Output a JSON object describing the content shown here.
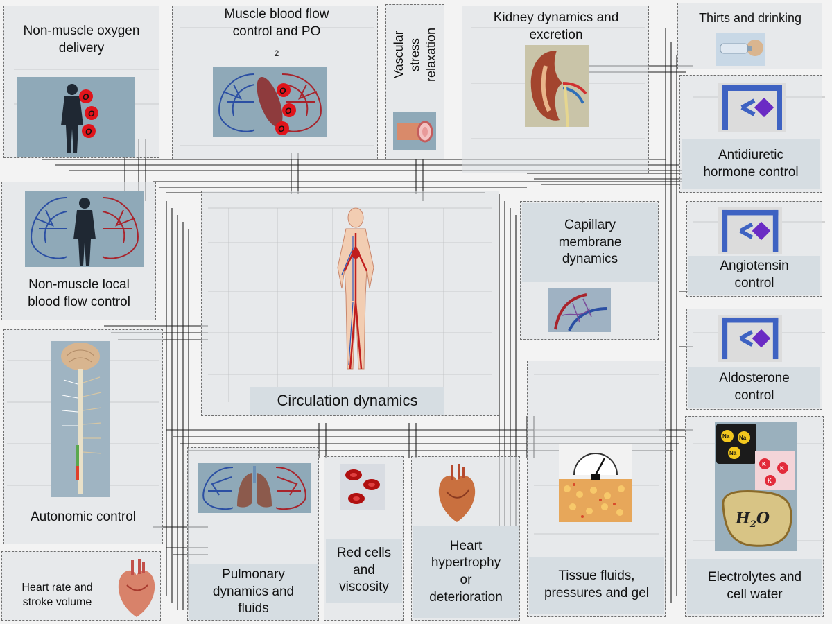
{
  "modules": {
    "non_muscle_oxygen": {
      "title_l1": "Non-muscle oxygen",
      "title_l2": "delivery"
    },
    "muscle_blood_flow": {
      "title_l1": "Muscle blood flow",
      "title_l2": "control and PO",
      "title_sub": "2"
    },
    "vascular_stress": {
      "title_l1": "Vascular",
      "title_l2": "stress",
      "title_l3": "relaxation"
    },
    "kidney": {
      "title_l1": "Kidney dynamics and",
      "title_l2": "excretion"
    },
    "thirst": {
      "title_l1": "Thirts and drinking"
    },
    "adh": {
      "title_l1": "Antidiuretic",
      "title_l2": "hormone control"
    },
    "non_muscle_local": {
      "title_l1": "Non-muscle local",
      "title_l2": "blood flow control"
    },
    "capillary": {
      "title_l1": "Capillary",
      "title_l2": "membrane",
      "title_l3": "dynamics"
    },
    "angiotensin": {
      "title_l1": "Angiotensin",
      "title_l2": "control"
    },
    "circulation": {
      "title_l1": "Circulation dynamics"
    },
    "aldosterone": {
      "title_l1": "Aldosterone",
      "title_l2": "control"
    },
    "autonomic": {
      "title_l1": "Autonomic control"
    },
    "pulmonary": {
      "title_l1": "Pulmonary",
      "title_l2": "dynamics and",
      "title_l3": "fluids"
    },
    "red_cells": {
      "title_l1": "Red cells",
      "title_l2": "and",
      "title_l3": "viscosity"
    },
    "hypertrophy": {
      "title_l1": "Heart",
      "title_l2": "hypertrophy",
      "title_l3": "or",
      "title_l4": "deterioration"
    },
    "tissue": {
      "title_l1": "Tissue fluids,",
      "title_l2": "pressures and gel"
    },
    "electrolytes": {
      "title_l1": "Electrolytes and",
      "title_l2": "cell water"
    },
    "heart_rate": {
      "title_l1": "Heart rate and",
      "title_l2": "stroke volume"
    }
  },
  "labels": {
    "o2": "O",
    "o2_sub": "2",
    "na": "Na",
    "k": "K",
    "h2o_h": "H",
    "h2o_sub": "2",
    "h2o_o": "O"
  },
  "colors": {
    "panel_bg": "#d6dde2",
    "picture_bg": "#8fa9b8",
    "oxygen_red": "#e0141b",
    "vein_blue": "#2b4fa3",
    "artery_red": "#a8242c",
    "hormone_blue": "#3e62c2",
    "hormone_purple": "#6a2bc4"
  }
}
